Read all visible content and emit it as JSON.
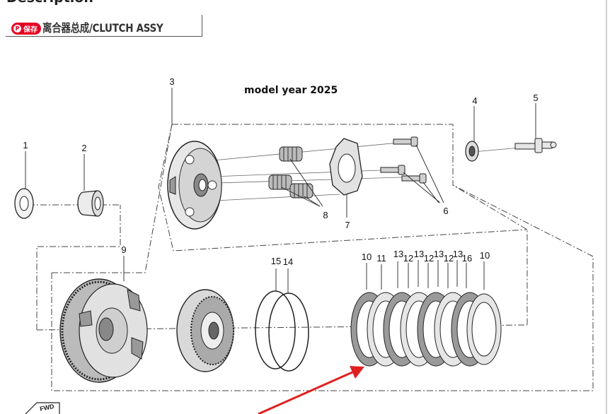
{
  "page": {
    "section_heading": "Description",
    "save_button": "保存",
    "assembly_title": "离合器总成/CLUTCH ASSY",
    "model_year_note": "model year 2025",
    "direction_tag": "FWD"
  },
  "diagram": {
    "callouts": [
      "1",
      "2",
      "3",
      "4",
      "5",
      "6",
      "7",
      "8",
      "9",
      "10",
      "11",
      "13",
      "12",
      "13",
      "12",
      "13",
      "12",
      "13",
      "16",
      "10",
      "15",
      "14"
    ],
    "arrow_color": "#e02020"
  }
}
